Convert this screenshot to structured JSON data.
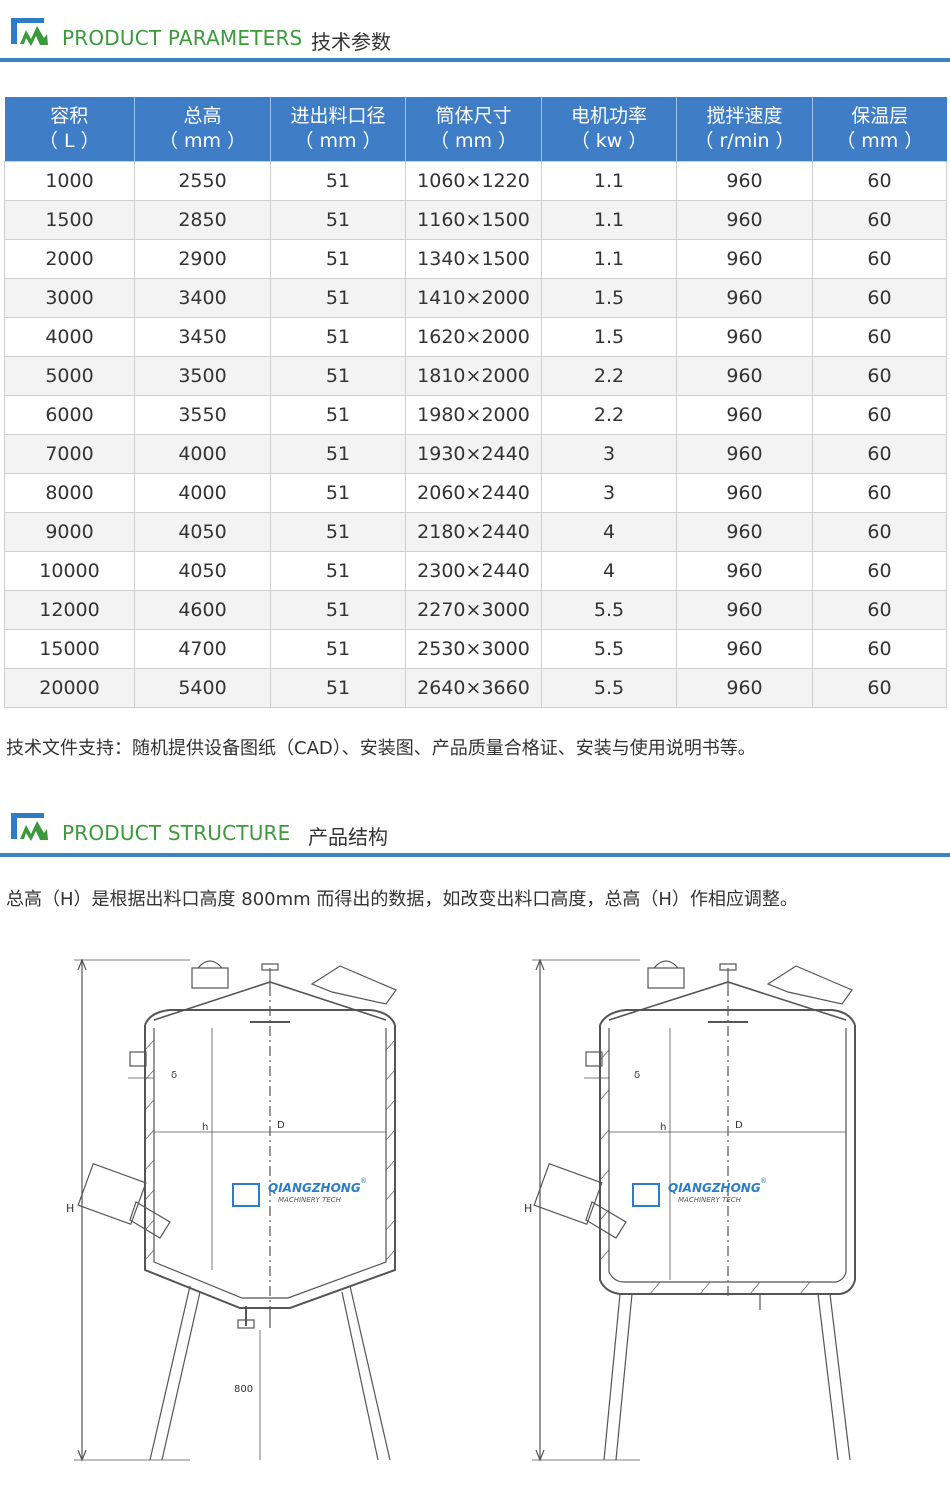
{
  "section1": {
    "title_en": "PRODUCT PARAMETERS",
    "title_cn": "技术参数"
  },
  "table": {
    "headers": [
      {
        "name": "容积",
        "unit": "（ L ）"
      },
      {
        "name": "总高",
        "unit": "（ mm ）"
      },
      {
        "name": "进出料口径",
        "unit": "（ mm ）"
      },
      {
        "name": "筒体尺寸",
        "unit": "（ mm ）"
      },
      {
        "name": "电机功率",
        "unit": "（ kw ）"
      },
      {
        "name": "搅拌速度",
        "unit": "（ r/min ）"
      },
      {
        "name": "保温层",
        "unit": "（ mm ）"
      }
    ],
    "rows": [
      [
        "1000",
        "2550",
        "51",
        "1060×1220",
        "1.1",
        "960",
        "60"
      ],
      [
        "1500",
        "2850",
        "51",
        "1160×1500",
        "1.1",
        "960",
        "60"
      ],
      [
        "2000",
        "2900",
        "51",
        "1340×1500",
        "1.1",
        "960",
        "60"
      ],
      [
        "3000",
        "3400",
        "51",
        "1410×2000",
        "1.5",
        "960",
        "60"
      ],
      [
        "4000",
        "3450",
        "51",
        "1620×2000",
        "1.5",
        "960",
        "60"
      ],
      [
        "5000",
        "3500",
        "51",
        "1810×2000",
        "2.2",
        "960",
        "60"
      ],
      [
        "6000",
        "3550",
        "51",
        "1980×2000",
        "2.2",
        "960",
        "60"
      ],
      [
        "7000",
        "4000",
        "51",
        "1930×2440",
        "3",
        "960",
        "60"
      ],
      [
        "8000",
        "4000",
        "51",
        "2060×2440",
        "3",
        "960",
        "60"
      ],
      [
        "9000",
        "4050",
        "51",
        "2180×2440",
        "4",
        "960",
        "60"
      ],
      [
        "10000",
        "4050",
        "51",
        "2300×2440",
        "4",
        "960",
        "60"
      ],
      [
        "12000",
        "4600",
        "51",
        "2270×3000",
        "5.5",
        "960",
        "60"
      ],
      [
        "15000",
        "4700",
        "51",
        "2530×3000",
        "5.5",
        "960",
        "60"
      ],
      [
        "20000",
        "5400",
        "51",
        "2640×3660",
        "5.5",
        "960",
        "60"
      ]
    ]
  },
  "tech_note": "技术文件支持：随机提供设备图纸（CAD）、安装图、产品质量合格证、安装与使用说明书等。",
  "section2": {
    "title_en": "PRODUCT STRUCTURE",
    "title_cn": "产品结构"
  },
  "structure_note": "总高（H）是根据出料口高度 800mm 而得出的数据，如改变出料口高度，总高（H）作相应调整。",
  "diagram": {
    "label_H": "H",
    "label_h": "h",
    "label_D": "D",
    "label_delta": "δ",
    "label_800": "800",
    "watermark_name": "QIANGZHONG",
    "watermark_sub": "MACHINERY TECH",
    "watermark_reg": "®"
  },
  "colors": {
    "accent_blue": "#3d84c6",
    "header_blue": "#3f7ec6",
    "title_green": "#3c9a3c"
  },
  "icons": [
    "company-logo-icon"
  ]
}
